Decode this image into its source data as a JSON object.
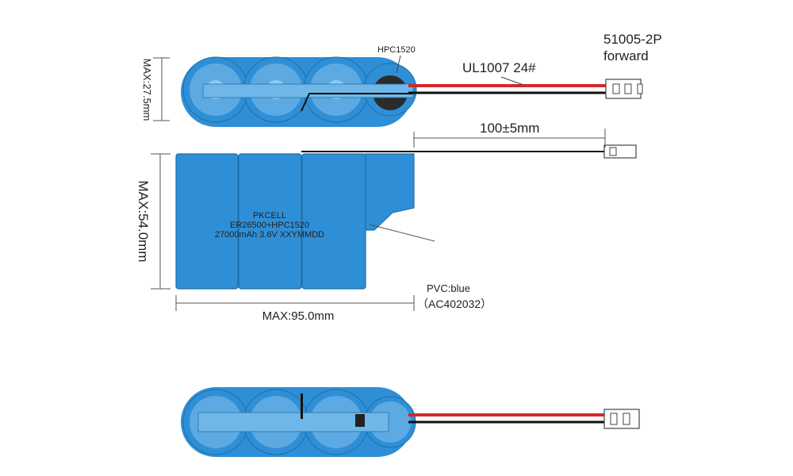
{
  "labels": {
    "connector_model": "51005-2P",
    "connector_direction": "forward",
    "wire_spec": "UL1007  24#",
    "capacitor": "HPC1520",
    "height_dim": "MAX:27.5mm",
    "width_dim": "MAX:54.0mm",
    "length_dim": "MAX:95.0mm",
    "lead_length": "100±5mm",
    "sleeve_material": "PVC:blue",
    "sleeve_code": "（AC402032）"
  },
  "product_label": {
    "brand": "PKCELL",
    "model": "ER26500+HPC1520",
    "spec": "27000mAh 3.6V XXYMMDD"
  },
  "colors": {
    "sleeve_blue": "#2f8fd6",
    "cell_light": "#6eb7e8",
    "wire_red": "#d62828",
    "wire_black": "#111111",
    "capacitor_dark": "#2b2b2b"
  }
}
